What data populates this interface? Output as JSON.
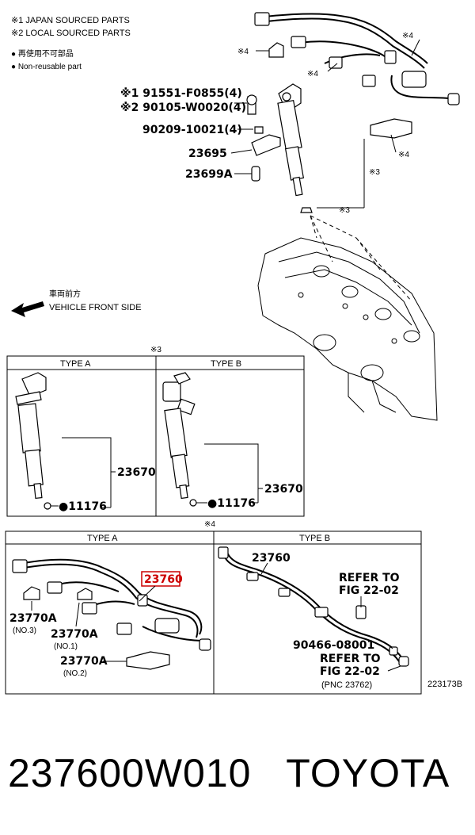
{
  "legend": {
    "note1": "※1 JAPAN SOURCED PARTS",
    "note2": "※2 LOCAL SOURCED PARTS",
    "reuse_jp": "● 再使用不可部品",
    "reuse_en": "● Non-reusable part"
  },
  "marks": {
    "m3": "※3",
    "m4": "※4"
  },
  "main": {
    "p1": "※1 91551-F0855(4)",
    "p2": "※2 90105-W0020(4)",
    "p3": "90209-10021(4)",
    "p4": "23695",
    "p5": "23699A",
    "front_jp": "車両前方",
    "front_en": "VEHICLE FRONT SIDE"
  },
  "panel3": {
    "mark": "※3",
    "type_a": "TYPE A",
    "type_b": "TYPE B",
    "injector_a": "23670",
    "washer_a": "●11176",
    "injector_b": "23670",
    "washer_b": "●11176"
  },
  "panel4": {
    "mark": "※4",
    "type_a": "TYPE A",
    "type_b": "TYPE B",
    "hose_a": "23760",
    "clamp_no3": "23770A",
    "no3": "(NO.3)",
    "clamp_no1": "23770A",
    "no1": "(NO.1)",
    "clamp_no2": "23770A",
    "no2": "(NO.2)",
    "hose_b": "23760",
    "refer1_a": "REFER TO",
    "refer1_b": "FIG 22-02",
    "bolt": "90466-08001",
    "refer2_a": "REFER TO",
    "refer2_b": "FIG 22-02",
    "pnc": "(PNC 23762)"
  },
  "fig_id": "223173B",
  "footer": {
    "part_number": "237600W010",
    "brand": "TOYOTA"
  },
  "colors": {
    "highlight": "#cc0000",
    "line": "#000000",
    "background": "#ffffff"
  }
}
